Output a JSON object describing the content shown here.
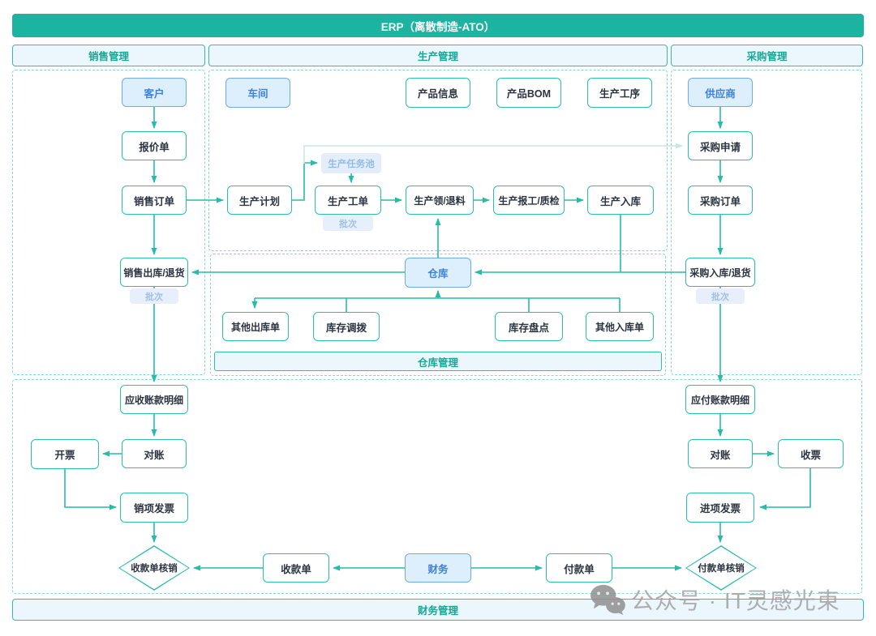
{
  "title": "ERP（离散制造-ATO）",
  "lanes": {
    "sales": "销售管理",
    "production": "生产管理",
    "purchasing": "采购管理",
    "warehouse": "仓库管理",
    "finance": "财务管理"
  },
  "nodes": {
    "customer": "客户",
    "quotation": "报价单",
    "sales_order": "销售订单",
    "sales_outbound": "销售出库/退货",
    "ar_detail": "应收账款明细",
    "reconcile_ar": "对账",
    "invoicing": "开票",
    "sales_invoice": "销项发票",
    "receipt_writeoff": "收款单核销",
    "receipt": "收款单",
    "finance": "财务",
    "workshop": "车间",
    "product_info": "产品信息",
    "product_bom": "产品BOM",
    "process": "生产工序",
    "production_plan": "生产计划",
    "task_pool": "生产任务池",
    "work_order": "生产工单",
    "material": "生产领/退料",
    "report_qc": "生产报工/质检",
    "prod_inbound": "生产入库",
    "warehouse": "仓库",
    "other_outbound": "其他出库单",
    "transfer": "库存调拨",
    "stocktake": "库存盘点",
    "other_inbound": "其他入库单",
    "supplier": "供应商",
    "purchase_request": "采购申请",
    "purchase_order": "采购订单",
    "purchase_inbound": "采购入库/退货",
    "ap_detail": "应付账款明细",
    "reconcile_ap": "对账",
    "bill_receive": "收票",
    "purchase_invoice": "进项发票",
    "payment_writeoff": "付款单核销",
    "payment": "付款单"
  },
  "tags": {
    "batch": "批次"
  },
  "watermark": {
    "text": "公众号 · IT灵感光束"
  },
  "colors": {
    "accent_teal": "#1db3a1",
    "node_border": "#2bbfad",
    "dashed_border": "#85d9cd",
    "header_fill": "#ecf6fd",
    "header_text": "#18a795",
    "blue_fill": "#ddeefc",
    "blue_border": "#6faae9",
    "blue_text": "#3b82dd",
    "tag_fill": "#e7f0fa",
    "tag_text": "#9fbfe3",
    "light_edge": "#c7e9e4",
    "watermark_gray": "#a2a2a2"
  }
}
